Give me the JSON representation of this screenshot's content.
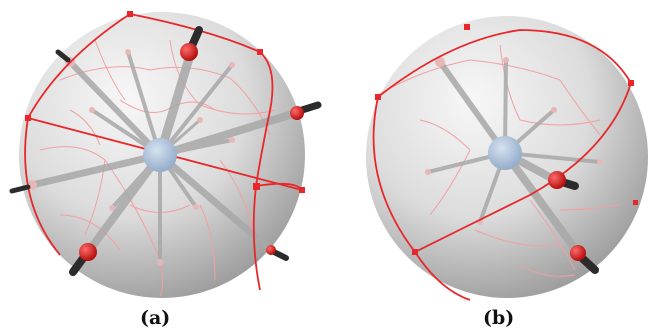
{
  "figure": {
    "panels": [
      {
        "id": "a",
        "caption": "(a)"
      },
      {
        "id": "b",
        "caption": "(b)"
      }
    ],
    "colors": {
      "sphere": "#d9d9d9",
      "curve": "#e8272a",
      "thin_curve": "#f2a0a0",
      "spoke": "#a8a8a8",
      "marker": "#e01818",
      "stick": "#2b2b2b",
      "center": "#a9c2dd"
    }
  }
}
